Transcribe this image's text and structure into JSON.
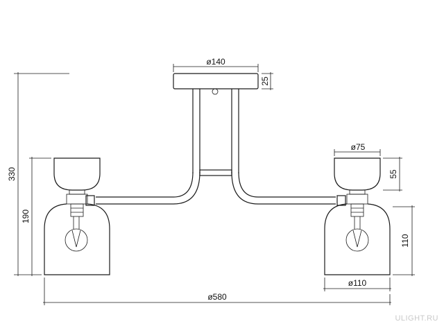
{
  "dimensions": {
    "canopy_diameter": "ø140",
    "canopy_height": "25",
    "cup_diameter": "ø75",
    "cup_height": "55",
    "shade_diameter": "ø110",
    "shade_height": "110",
    "total_width": "ø580",
    "total_height": "330",
    "arm_height": "190"
  },
  "watermark": "ULIGHT.RU",
  "colors": {
    "line": "#1a1a1a",
    "background": "#ffffff",
    "watermark": "#c9c9c9"
  }
}
